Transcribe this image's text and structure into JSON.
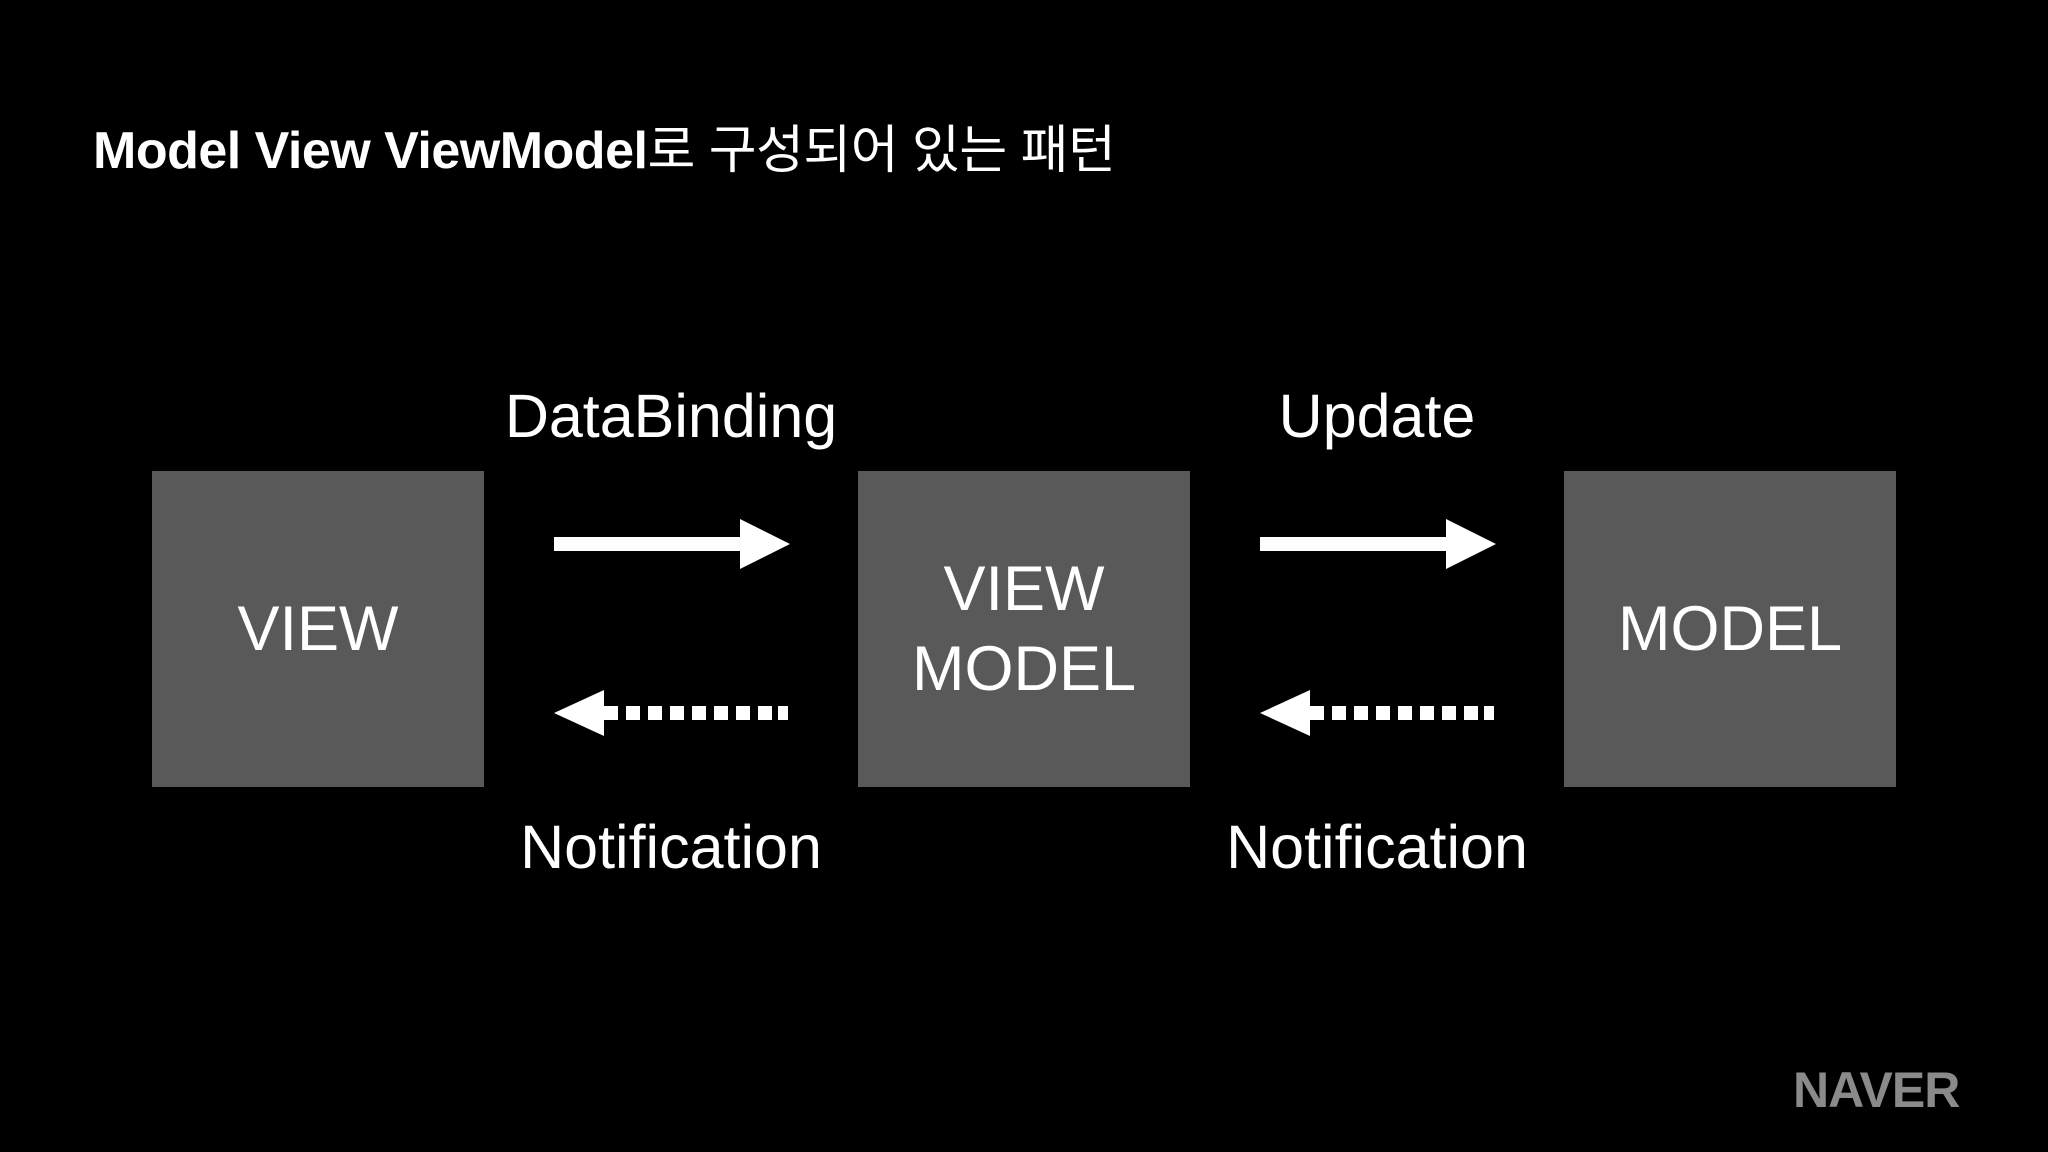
{
  "title": {
    "bold": "Model View ViewModel",
    "normal": "로 구성되어 있는 패턴"
  },
  "boxes": {
    "view": "VIEW",
    "viewmodel": "VIEW\nMODEL",
    "model": "MODEL"
  },
  "arrows": {
    "left_top_label": "DataBinding",
    "right_top_label": "Update",
    "left_bottom_label": "Notification",
    "right_bottom_label": "Notification"
  },
  "logo": "NAVER",
  "colors": {
    "background": "#000000",
    "box": "#595959",
    "text": "#ffffff",
    "arrow": "#ffffff",
    "logo": "#8a8a8a"
  }
}
